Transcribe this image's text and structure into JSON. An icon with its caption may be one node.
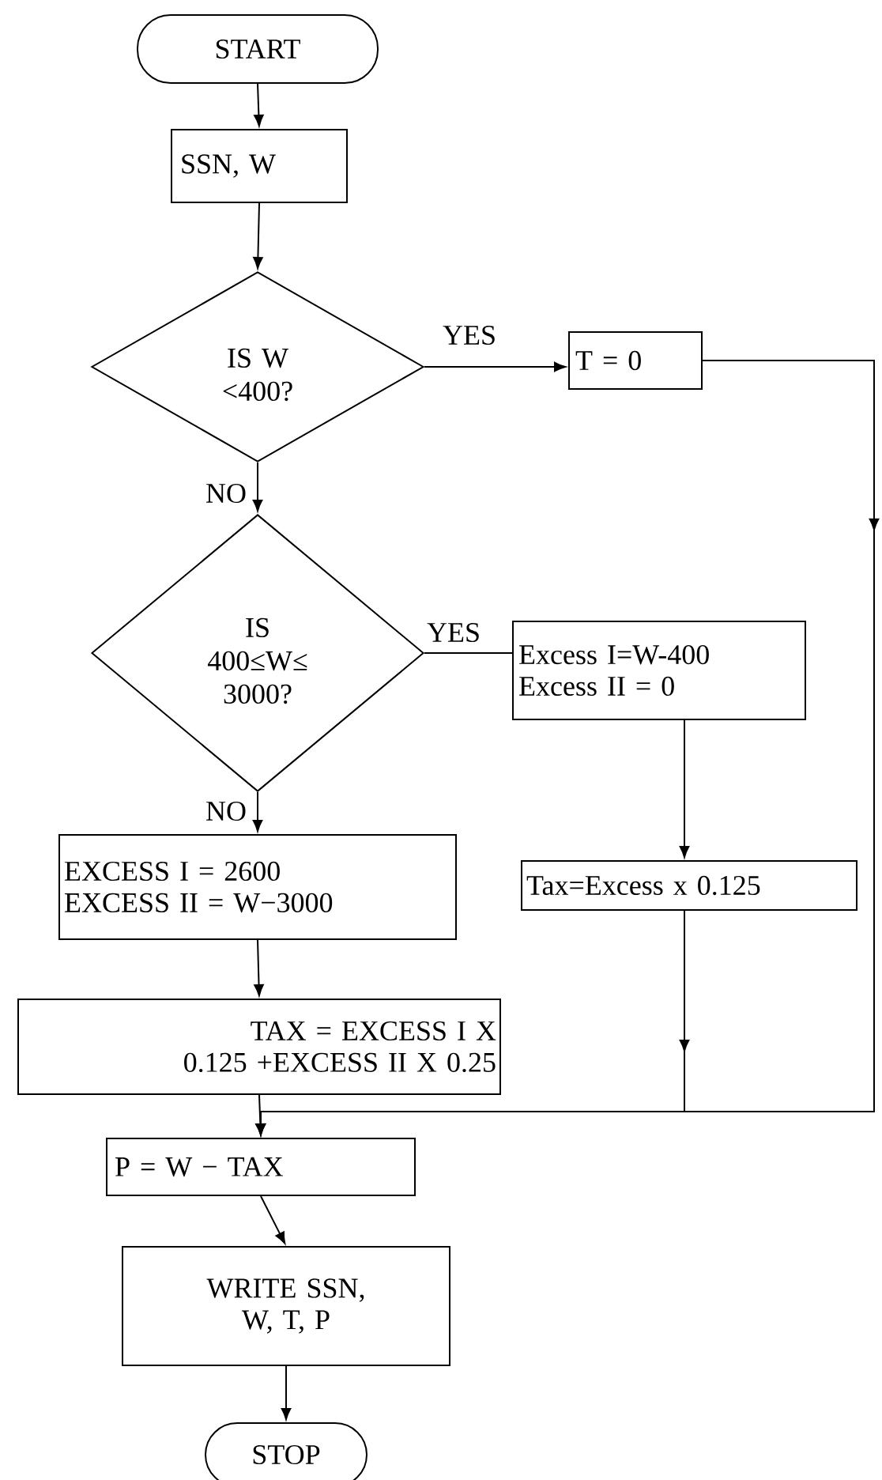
{
  "diagram": {
    "nodes": [
      {
        "text": [
          "START"
        ]
      },
      {
        "text": [
          "SSN, W"
        ]
      },
      {
        "text": [
          "IS W <400?"
        ]
      },
      {
        "text": [
          "T = 0"
        ]
      },
      {
        "text": [
          "IS 400≤W≤ 3000?"
        ]
      },
      {
        "text": [
          "Excess I=W-400",
          "Excess II = 0"
        ]
      },
      {
        "text": [
          "EXCESS I = 2600",
          "EXCESS II = W−3000"
        ]
      },
      {
        "text": [
          "Tax=Excess x 0.125"
        ]
      },
      {
        "text": [
          "TAX = EXCESS I X 0.125 +EXCESS II X 0.25"
        ]
      },
      {
        "text": [
          "P = W − TAX"
        ]
      },
      {
        "text": [
          "WRITE SSN, W, T, P"
        ]
      },
      {
        "text": [
          "STOP"
        ]
      }
    ],
    "edges": [
      {
        "from": 0,
        "to": 1,
        "arrow": "to"
      },
      {
        "from": 1,
        "to": 2,
        "arrow": "to"
      },
      {
        "from": 2,
        "to": 3,
        "arrow": "to",
        "label": "YES"
      },
      {
        "from": 2,
        "to": 4,
        "arrow": "to",
        "label": "NO"
      },
      {
        "from": 4,
        "to": 5,
        "arrow": "none",
        "label": "YES"
      },
      {
        "from": 4,
        "to": 6,
        "arrow": "to",
        "label": "NO"
      },
      {
        "from": 5,
        "to": 7,
        "arrow": "to"
      },
      {
        "from": 6,
        "to": 8,
        "arrow": "to"
      },
      {
        "from": 8,
        "to": 9,
        "arrow": "to"
      },
      {
        "from": 7,
        "to": 9,
        "arrow": "to"
      },
      {
        "from": 3,
        "to": 9,
        "arrow": "to"
      },
      {
        "from": 9,
        "to": 10,
        "arrow": "to"
      },
      {
        "from": 10,
        "to": 11,
        "arrow": "to"
      }
    ]
  }
}
